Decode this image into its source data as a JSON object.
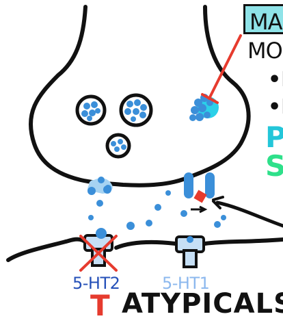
{
  "labels": {
    "boxed_top_right": "MA",
    "below_box": "MO",
    "bullets": [
      "•I",
      "•I"
    ],
    "p_letter": "P",
    "s_letter": "S",
    "receptor_left": "5-HT2",
    "receptor_right": "5-HT1",
    "drug_class": "ATYPICALS",
    "inhibit_symbol": "T"
  },
  "colors": {
    "outline": "#111111",
    "vesicle_blue": "#3b8fd9",
    "vesicle_light": "#a6d3f2",
    "mao_cluster": "#2bb6e3",
    "red_inhibit": "#e63b2e",
    "box_fill": "#8fe3e8",
    "receptor_left_text": "#2550b8",
    "receptor_right_text": "#8cb8ee",
    "p_color": "#23c6d9",
    "s_color": "#2ee08a",
    "transporter": "#3b8fd9"
  },
  "icons": [
    "vesicle-icon",
    "mao-enzyme-icon",
    "transporter-icon",
    "receptor-icon",
    "inhibit-cross-icon",
    "arrow-icon"
  ]
}
